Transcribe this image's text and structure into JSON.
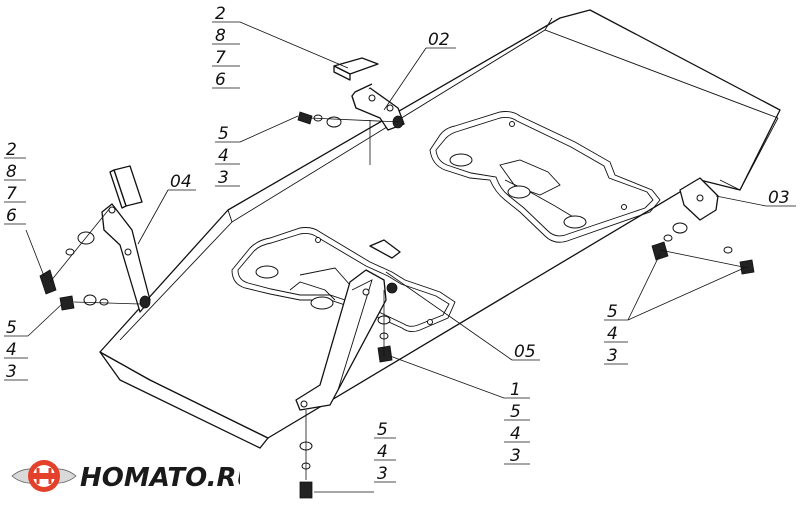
{
  "callouts": {
    "top_stack": [
      "2",
      "8",
      "7",
      "6"
    ],
    "p02": "02",
    "left_stack": [
      "2",
      "8",
      "7",
      "6"
    ],
    "p04": "04",
    "upper_fastener_stack": [
      "5",
      "4",
      "3"
    ],
    "left_fastener_stack": [
      "5",
      "4",
      "3"
    ],
    "p03": "03",
    "right_fastener_stack": [
      "5",
      "4",
      "3"
    ],
    "p05": "05",
    "mid_stack": [
      "1",
      "5",
      "4",
      "3"
    ],
    "bottom_stack": [
      "5",
      "4",
      "3"
    ]
  },
  "logo": {
    "text": "HOMATO.RU",
    "colors": {
      "accent": "#e3412b",
      "wing": "#d9d9d9",
      "ink": "#1a1a1a"
    }
  }
}
